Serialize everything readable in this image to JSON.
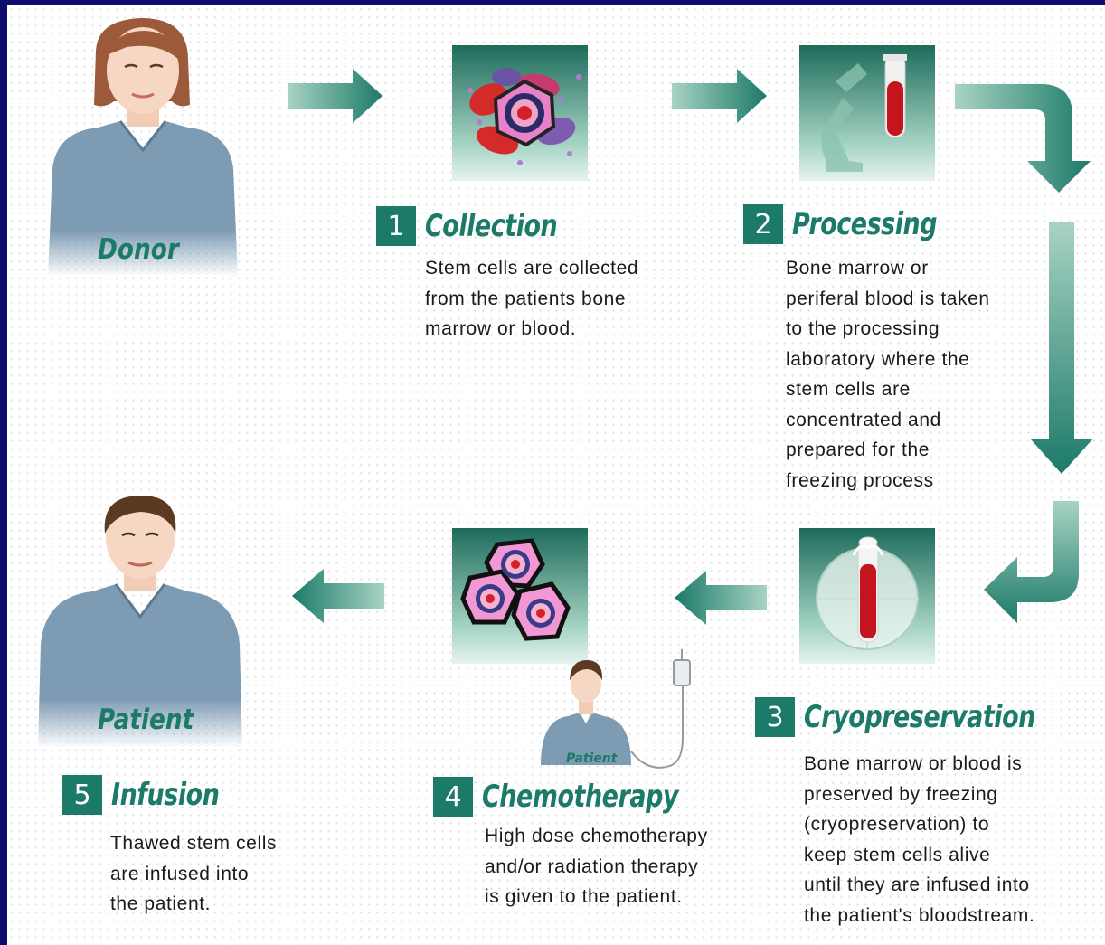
{
  "colors": {
    "accent": "#1c7a68",
    "frame": "#0c0c6e",
    "shirt": "#7e9bb4"
  },
  "donor": {
    "label": "Donor"
  },
  "patient": {
    "label": "Patient"
  },
  "chemo_patient": {
    "label": "Patient"
  },
  "steps": [
    {
      "number": "1",
      "title": "Collection",
      "icon": "stem-cells-icon",
      "lines": [
        "Stem cells are collected",
        "from the patients bone",
        "marrow or blood."
      ]
    },
    {
      "number": "2",
      "title": "Processing",
      "icon": "microscope-test-tube-icon",
      "lines": [
        "Bone marrow or",
        "periferal blood is taken",
        "to the processing",
        "laboratory where the",
        "stem cells are",
        "concentrated and",
        "prepared for the",
        "freezing process"
      ]
    },
    {
      "number": "3",
      "title": "Cryopreservation",
      "icon": "frozen-vial-icon",
      "lines": [
        "Bone marrow or blood is",
        "preserved by freezing",
        "(cryopreservation) to",
        "keep stem cells alive",
        "until they are infused into",
        "the patient's bloodstream."
      ]
    },
    {
      "number": "4",
      "title": "Chemotherapy",
      "icon": "cells-icon",
      "lines": [
        "High dose chemotherapy",
        "and/or radiation therapy",
        "is given to the patient."
      ]
    },
    {
      "number": "5",
      "title": "Infusion",
      "icon": "",
      "lines": [
        "Thawed stem cells",
        "are infused into",
        "the patient."
      ]
    }
  ]
}
